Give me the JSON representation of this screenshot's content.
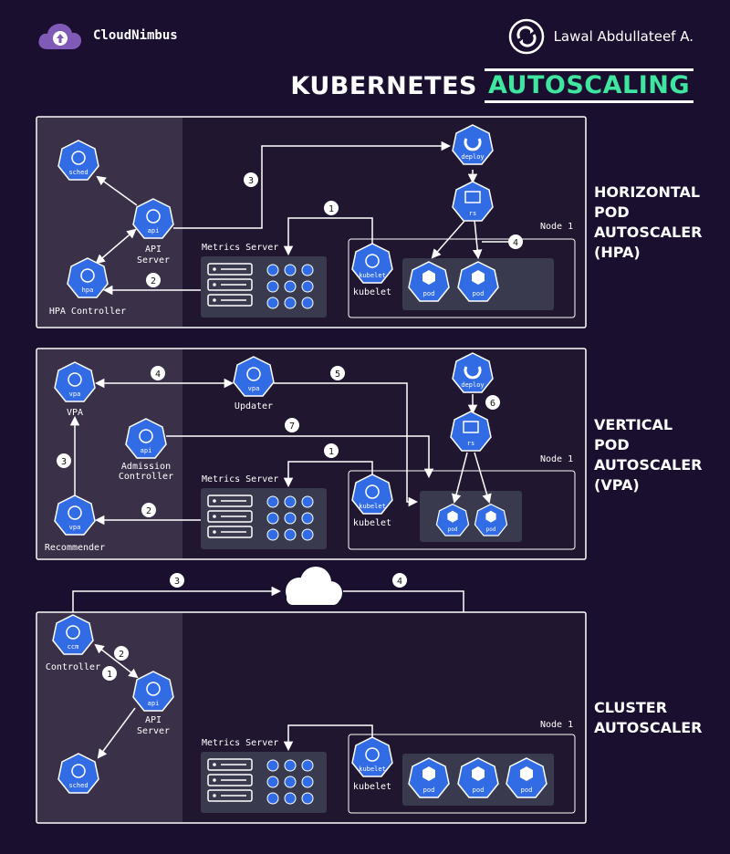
{
  "header": {
    "brand_name": "CloudNimbus",
    "author": "Lawal Abdullateef A.",
    "title_main": "KUBERNETES",
    "title_accent": "AUTOSCALING"
  },
  "colors": {
    "background": "#1a0f2e",
    "panel_left": "#3a3048",
    "panel_right": "#21162f",
    "node_box": "#393a4e",
    "k8s_blue": "#326ce5",
    "accent_green": "#3ee6a0"
  },
  "icons": [
    "cloud-upload-icon",
    "refresh-logo-icon",
    "sched-icon",
    "api-icon",
    "hpa-icon",
    "vpa-icon",
    "ccm-icon",
    "deploy-icon",
    "rs-icon",
    "kubelet-icon",
    "pod-icon",
    "server-rack-icon",
    "cloud-icon"
  ],
  "hpa": {
    "label": "HORIZONTAL\nPOD\nAUTOSCALER\n(HPA)",
    "sched": "sched",
    "api": "api",
    "api_label": "API\nServer",
    "hpa_icon": "hpa",
    "hpa_label": "HPA Controller",
    "metrics": "Metrics Server",
    "deploy": "deploy",
    "rs": "rs",
    "node": "Node 1",
    "kubelet_icon": "kubelet",
    "kubelet": "kubelet",
    "pod": "pod",
    "steps": [
      "1",
      "2",
      "3",
      "4"
    ]
  },
  "vpa": {
    "label": "VERTICAL\nPOD\nAUTOSCALER\n(VPA)",
    "vpa_icon": "vpa",
    "vpa_label": "VPA",
    "api": "api",
    "admission": "Admission\nController",
    "recommender": "Recommender",
    "updater": "Updater",
    "metrics": "Metrics Server",
    "deploy": "deploy",
    "rs": "rs",
    "node": "Node 1",
    "kubelet_icon": "kubelet",
    "kubelet": "kubelet",
    "pod": "pod",
    "steps": [
      "1",
      "2",
      "3",
      "4",
      "5",
      "6",
      "7"
    ]
  },
  "ca": {
    "label": "CLUSTER\nAUTOSCALER",
    "ccm": "ccm",
    "controller": "Controller",
    "api": "api",
    "api_label": "API\nServer",
    "sched": "sched",
    "metrics": "Metrics Server",
    "node": "Node 1",
    "kubelet_icon": "kubelet",
    "kubelet": "kubelet",
    "pod": "pod",
    "steps": [
      "1",
      "2",
      "3",
      "4"
    ]
  }
}
